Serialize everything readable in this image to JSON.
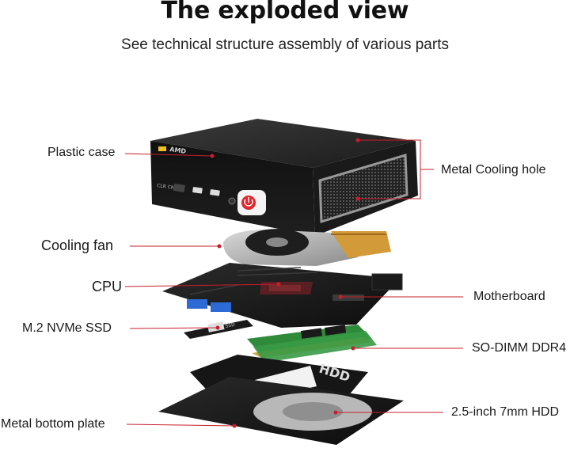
{
  "header": {
    "title": "The exploded view",
    "subtitle": "See technical structure assembly of various parts"
  },
  "case_text": {
    "brand": "AMD",
    "port_label": "CLR CMOS"
  },
  "ssd_text": "SSD",
  "hdd_text": "HDD",
  "labels": {
    "plastic_case": "Plastic case",
    "metal_cooling_hole": "Metal Cooling hole",
    "cooling_fan": "Cooling fan",
    "cpu": "CPU",
    "motherboard": "Motherboard",
    "m2_ssd": "M.2 NVMe SSD",
    "sodimm": "SO-DIMM DDR4",
    "bottom_plate": "Metal bottom plate",
    "hdd": "2.5-inch 7mm HDD"
  },
  "colors": {
    "leader_line": "#c81e2c",
    "power_button": "#e0252d",
    "case_body": "#141414"
  }
}
